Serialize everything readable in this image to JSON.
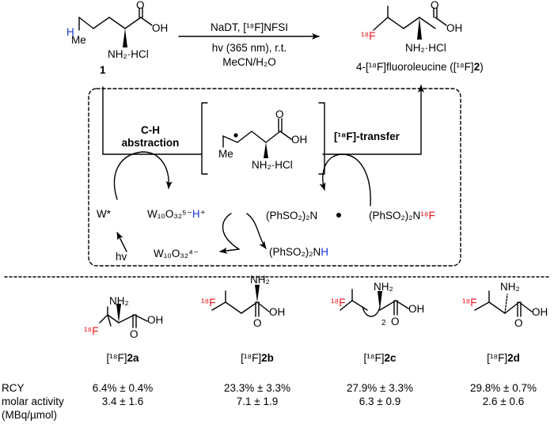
{
  "top": {
    "sm_H": "H",
    "sm_Me": "Me",
    "sm_OH": "OH",
    "sm_O": "O",
    "sm_NH2HCl": "NH₂·HCl",
    "sm_label": "1",
    "cond_line1": "NaDT, [¹⁸F]NFSI",
    "cond_line2": "hv (365 nm), r.t.",
    "cond_line3": "MeCN/H₂O",
    "pr_F": "¹⁸F",
    "pr_OH": "OH",
    "pr_O": "O",
    "pr_NH2HCl": "NH₂·HCl",
    "pr_name": "4-[¹⁸F]fluoroleucine ([¹⁸F]",
    "pr_name_num": "2",
    "pr_name_close": ")"
  },
  "mechanism": {
    "ch_abs_1": "C-H",
    "ch_abs_2": "abstraction",
    "ftransfer": "[¹⁸F]-transfer",
    "int_Me": "Me",
    "int_OH": "OH",
    "int_O": "O",
    "int_NH2HCl": "NH₂·HCl",
    "wstar": "W*",
    "hv": "hv",
    "w10h_main": "W₁₀O₃₂⁵⁻",
    "w10h_H": "H",
    "w10h_plus": "⁺",
    "w10": "W₁₀O₃₂⁴⁻",
    "nrad": "(PhSO₂)₂N",
    "nh_main": "(PhSO₂)₂N",
    "nh_H": "H",
    "nf_main": "(PhSO₂)₂N",
    "nf_F": "¹⁸F"
  },
  "compounds": [
    {
      "label_pre": "[¹⁸F]",
      "label_num": "2a",
      "rcy": "6.4% ± 0.4%",
      "molar": "3.4 ± 1.6"
    },
    {
      "label_pre": "[¹⁸F]",
      "label_num": "2b",
      "rcy": "23.3% ± 3.3%",
      "molar": "7.1 ± 1.9"
    },
    {
      "label_pre": "[¹⁸F]",
      "label_num": "2c",
      "rcy": "27.9% ± 3.3%",
      "molar": "6.3 ± 0.9"
    },
    {
      "label_pre": "[¹⁸F]",
      "label_num": "2d",
      "rcy": "29.8% ± 0.7%",
      "molar": "2.6 ± 0.6"
    }
  ],
  "struct_text": {
    "NH2": "NH₂",
    "OH": "OH",
    "O": "O",
    "F18": "¹⁸F",
    "sub2": "2"
  },
  "rows": {
    "rcy": "RCY",
    "molar_1": "molar activity",
    "molar_2": "(MBq/µmol)"
  },
  "colors": {
    "red": "#e8141b",
    "blue": "#1a36d6"
  }
}
